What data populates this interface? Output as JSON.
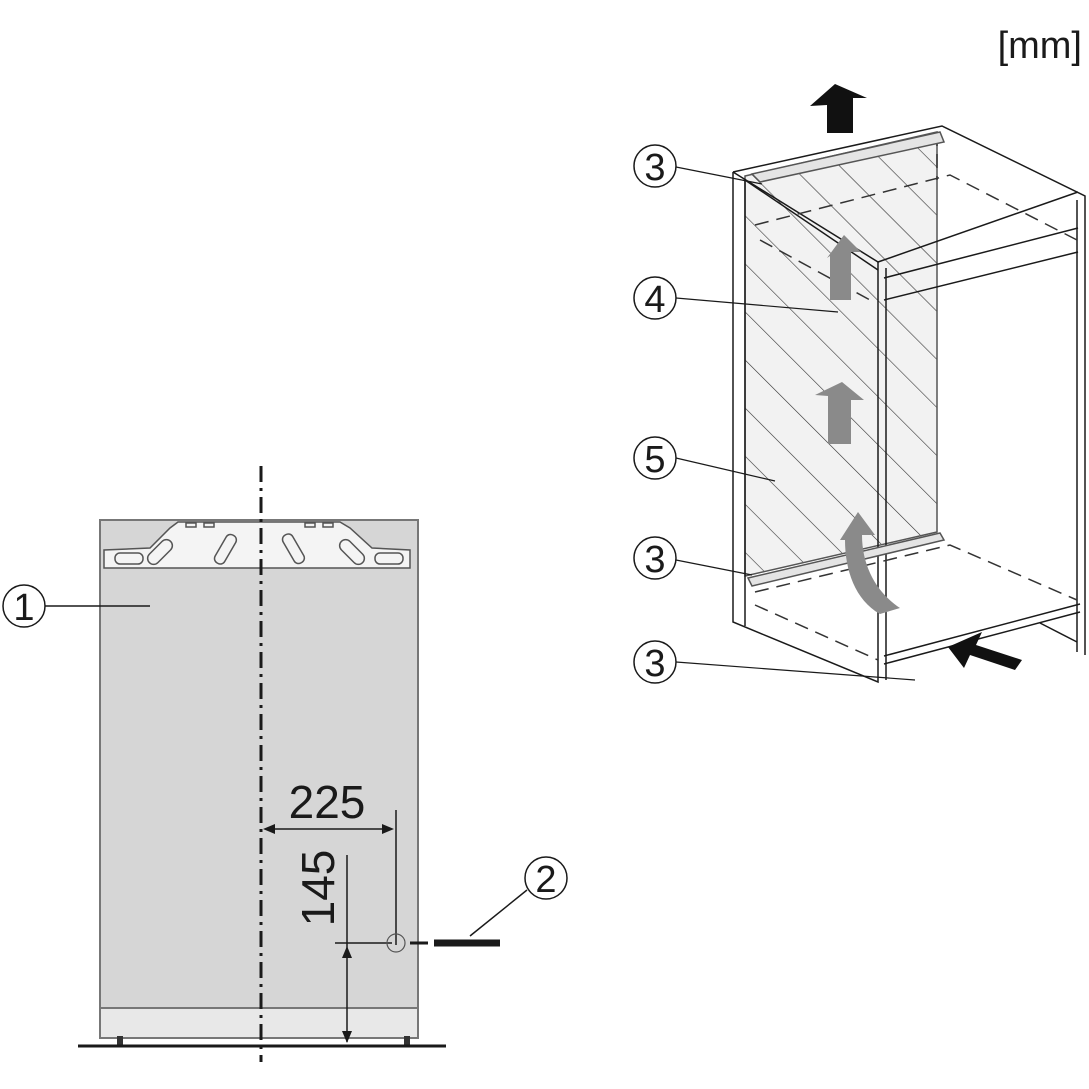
{
  "unit_label": "[mm]",
  "left_view": {
    "callouts": [
      "1",
      "2"
    ],
    "dimension_horizontal": "225",
    "dimension_vertical": "145"
  },
  "right_view": {
    "callouts": [
      "3",
      "4",
      "5",
      "3",
      "3"
    ]
  },
  "colors": {
    "panel_fill": "#d6d6d6",
    "airflow_arrow": "#8a8a8a",
    "line": "#1a1a1a"
  }
}
